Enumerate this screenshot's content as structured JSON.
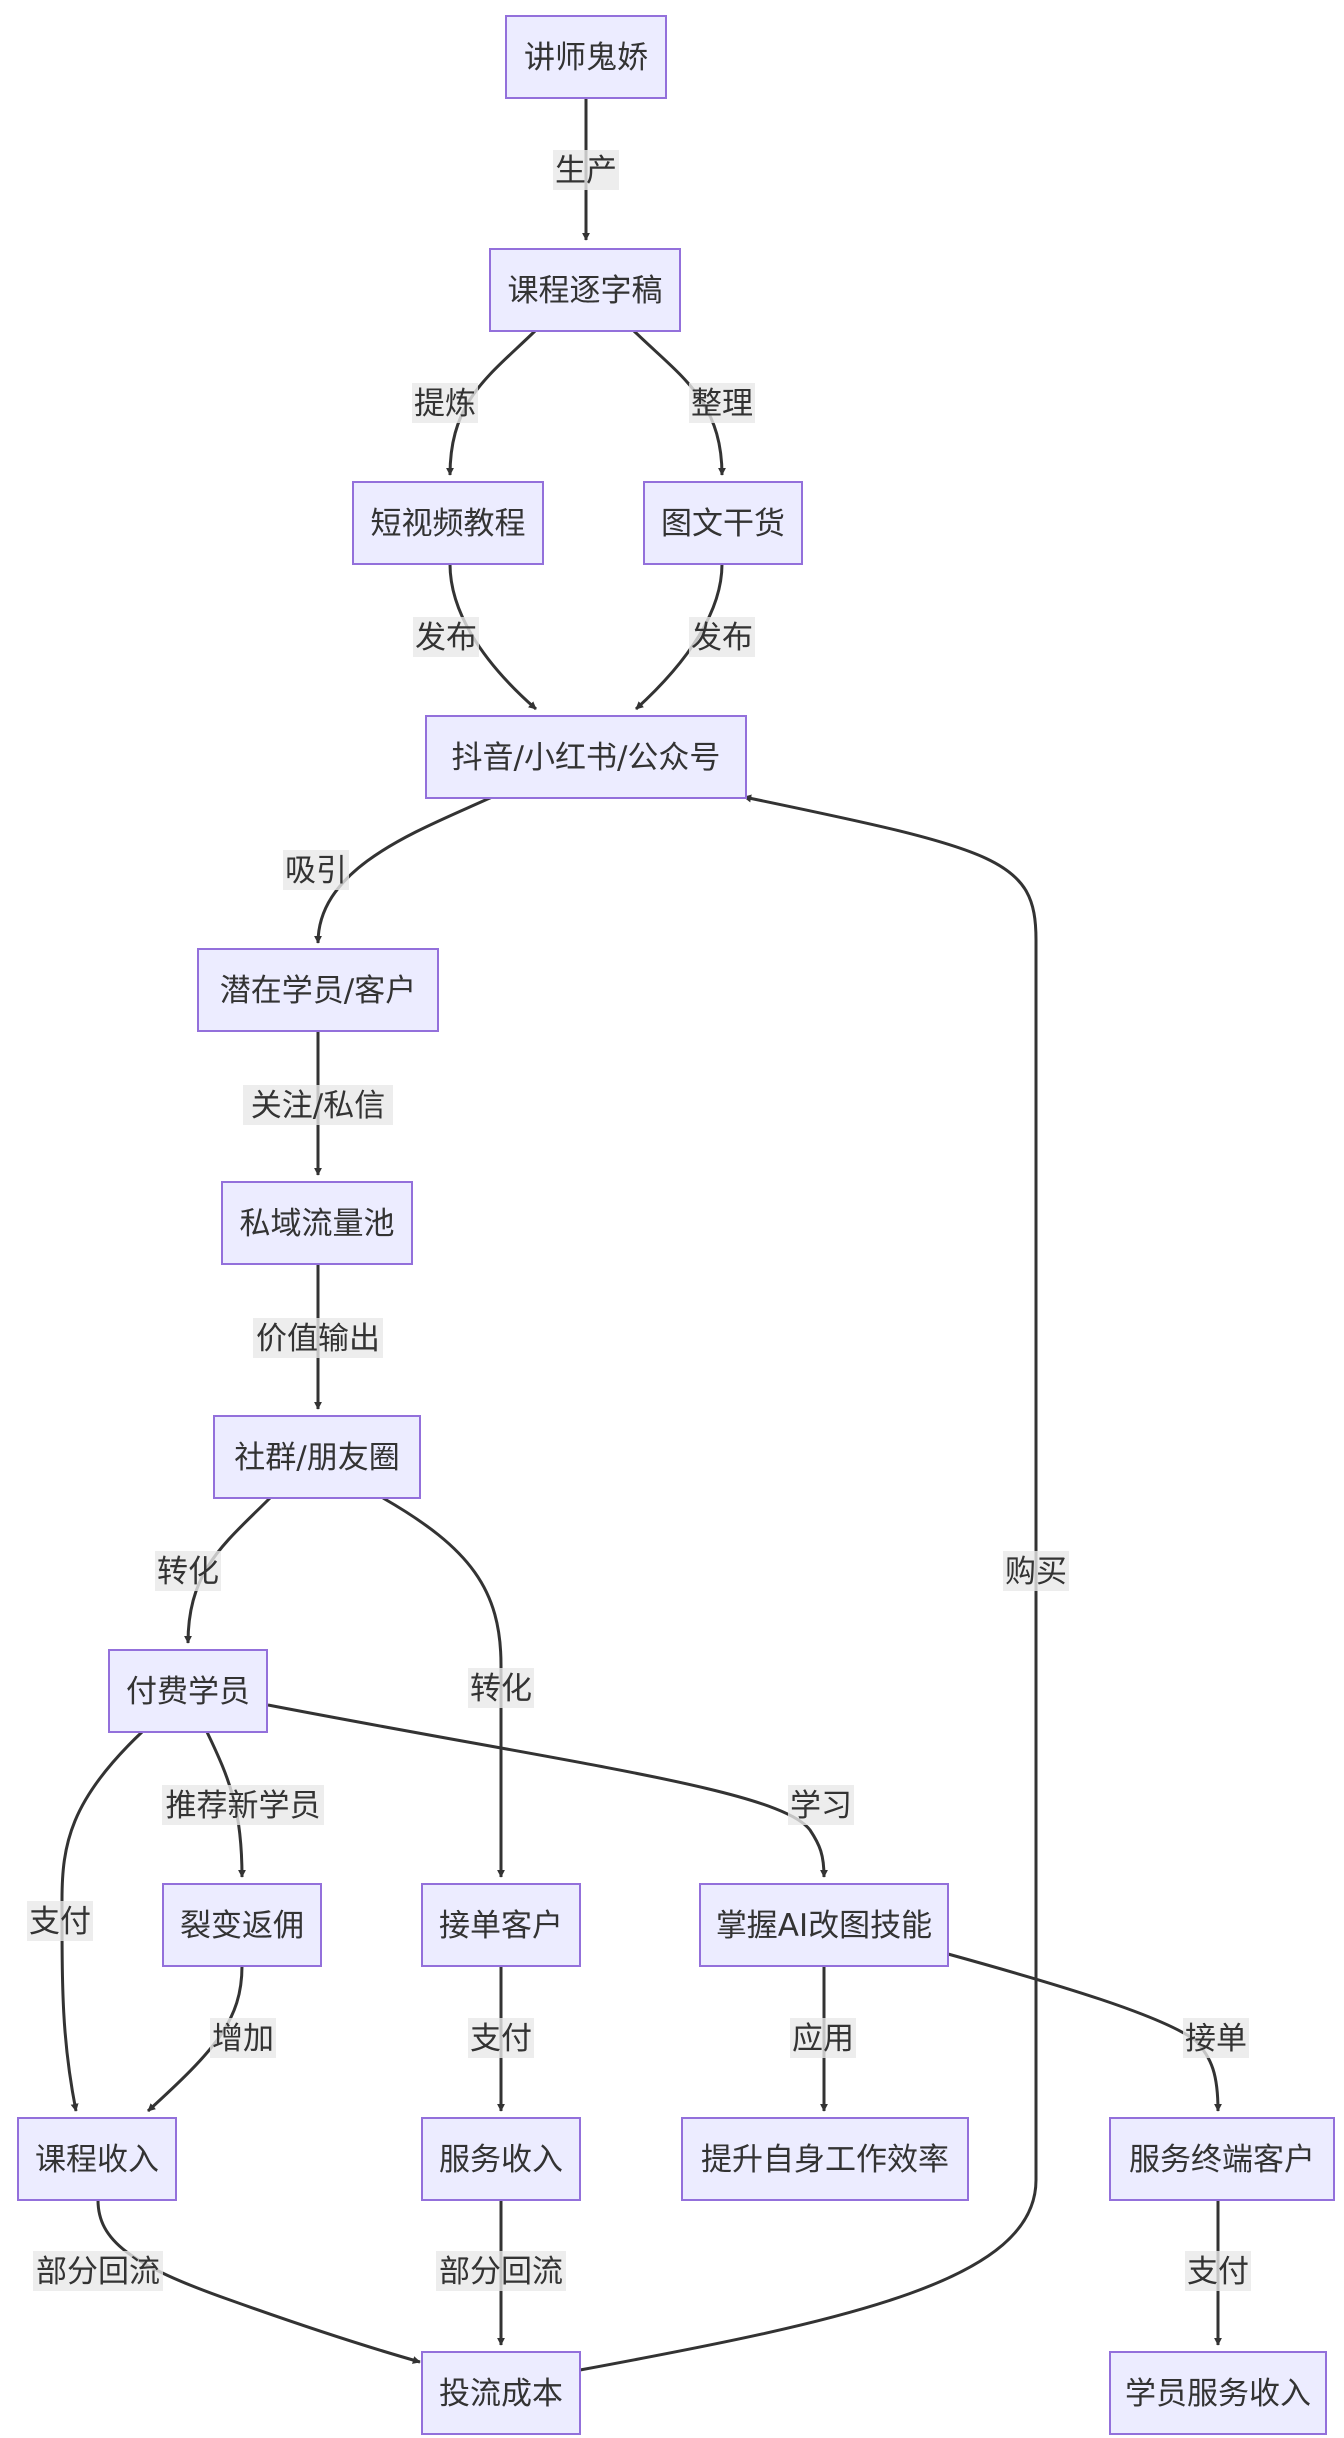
{
  "nodes": {
    "lecturer": "讲师鬼娇",
    "transcript": "课程逐字稿",
    "short_video": "短视频教程",
    "article": "图文干货",
    "platforms": "抖音/小红书/公众号",
    "prospects": "潜在学员/客户",
    "private_pool": "私域流量池",
    "community": "社群/朋友圈",
    "paid_students": "付费学员",
    "referral": "裂变返佣",
    "order_clients": "接单客户",
    "ai_skill": "掌握AI改图技能",
    "course_income": "课程收入",
    "service_income": "服务收入",
    "efficiency": "提升自身工作效率",
    "end_clients": "服务终端客户",
    "ad_cost": "投流成本",
    "student_income": "学员服务收入"
  },
  "edges": {
    "produce": "生产",
    "refine": "提炼",
    "organize": "整理",
    "publish_1": "发布",
    "publish_2": "发布",
    "attract": "吸引",
    "follow_dm": "关注/私信",
    "value_output": "价值输出",
    "convert_1": "转化",
    "convert_2": "转化",
    "recommend": "推荐新学员",
    "learn": "学习",
    "pay_1": "支付",
    "increase": "增加",
    "pay_2": "支付",
    "apply": "应用",
    "take_orders": "接单",
    "backflow_1": "部分回流",
    "backflow_2": "部分回流",
    "buy": "购买",
    "pay_3": "支付"
  },
  "colors": {
    "node_fill": "#ECECFF",
    "node_stroke": "#9370DB",
    "edge": "#333333",
    "label_bg": "#e8e8e8",
    "text": "#333333"
  }
}
